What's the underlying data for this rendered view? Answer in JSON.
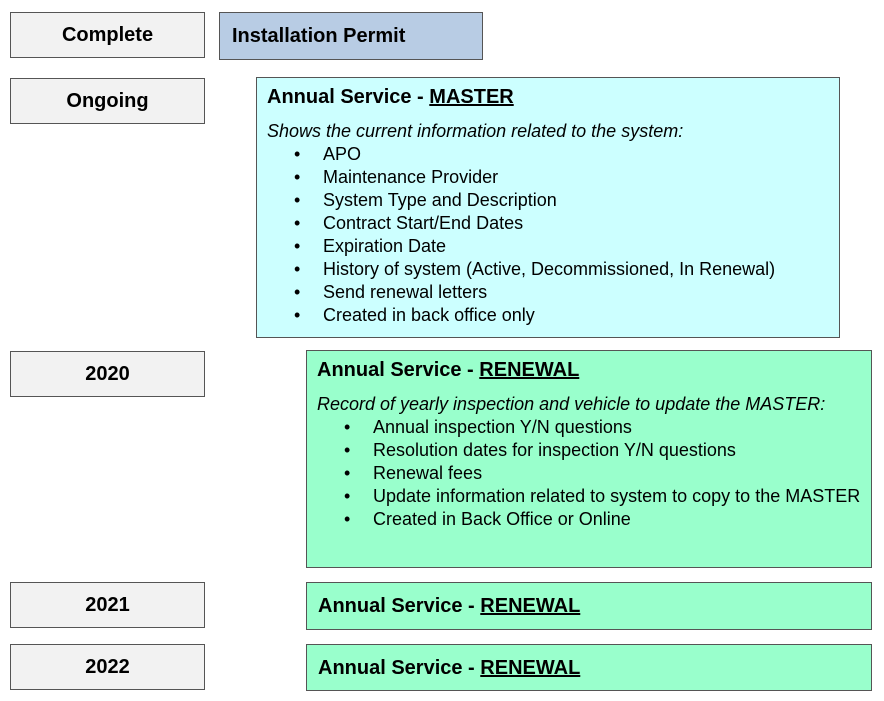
{
  "rows": {
    "complete": {
      "label": "Complete",
      "box": "Installation Permit"
    },
    "ongoing": {
      "label": "Ongoing",
      "title_prefix": "Annual Service - ",
      "title_emph": "MASTER",
      "description": "Shows the current information related to the system:",
      "items": [
        "APO",
        "Maintenance Provider",
        "System Type and Description",
        "Contract Start/End Dates",
        "Expiration Date",
        "History of system (Active, Decommissioned, In Renewal)",
        "Send renewal letters",
        "Created in back office only"
      ]
    },
    "y2020": {
      "label": "2020",
      "title_prefix": "Annual Service - ",
      "title_emph": "RENEWAL",
      "description": "Record of yearly inspection and vehicle to update the MASTER:",
      "items": [
        "Annual inspection Y/N questions",
        "Resolution dates for inspection Y/N questions",
        "Renewal fees",
        "Update information related to system to copy to the MASTER",
        "Created in Back Office or Online"
      ]
    },
    "y2021": {
      "label": "2021",
      "title_prefix": "Annual Service - ",
      "title_emph": "RENEWAL"
    },
    "y2022": {
      "label": "2022",
      "title_prefix": "Annual Service - ",
      "title_emph": "RENEWAL"
    }
  },
  "colors": {
    "label_fill": "#f2f2f2",
    "permit_fill": "#b8cce4",
    "master_fill": "#ccffff",
    "renewal_fill": "#99ffcc",
    "border": "#555555"
  }
}
